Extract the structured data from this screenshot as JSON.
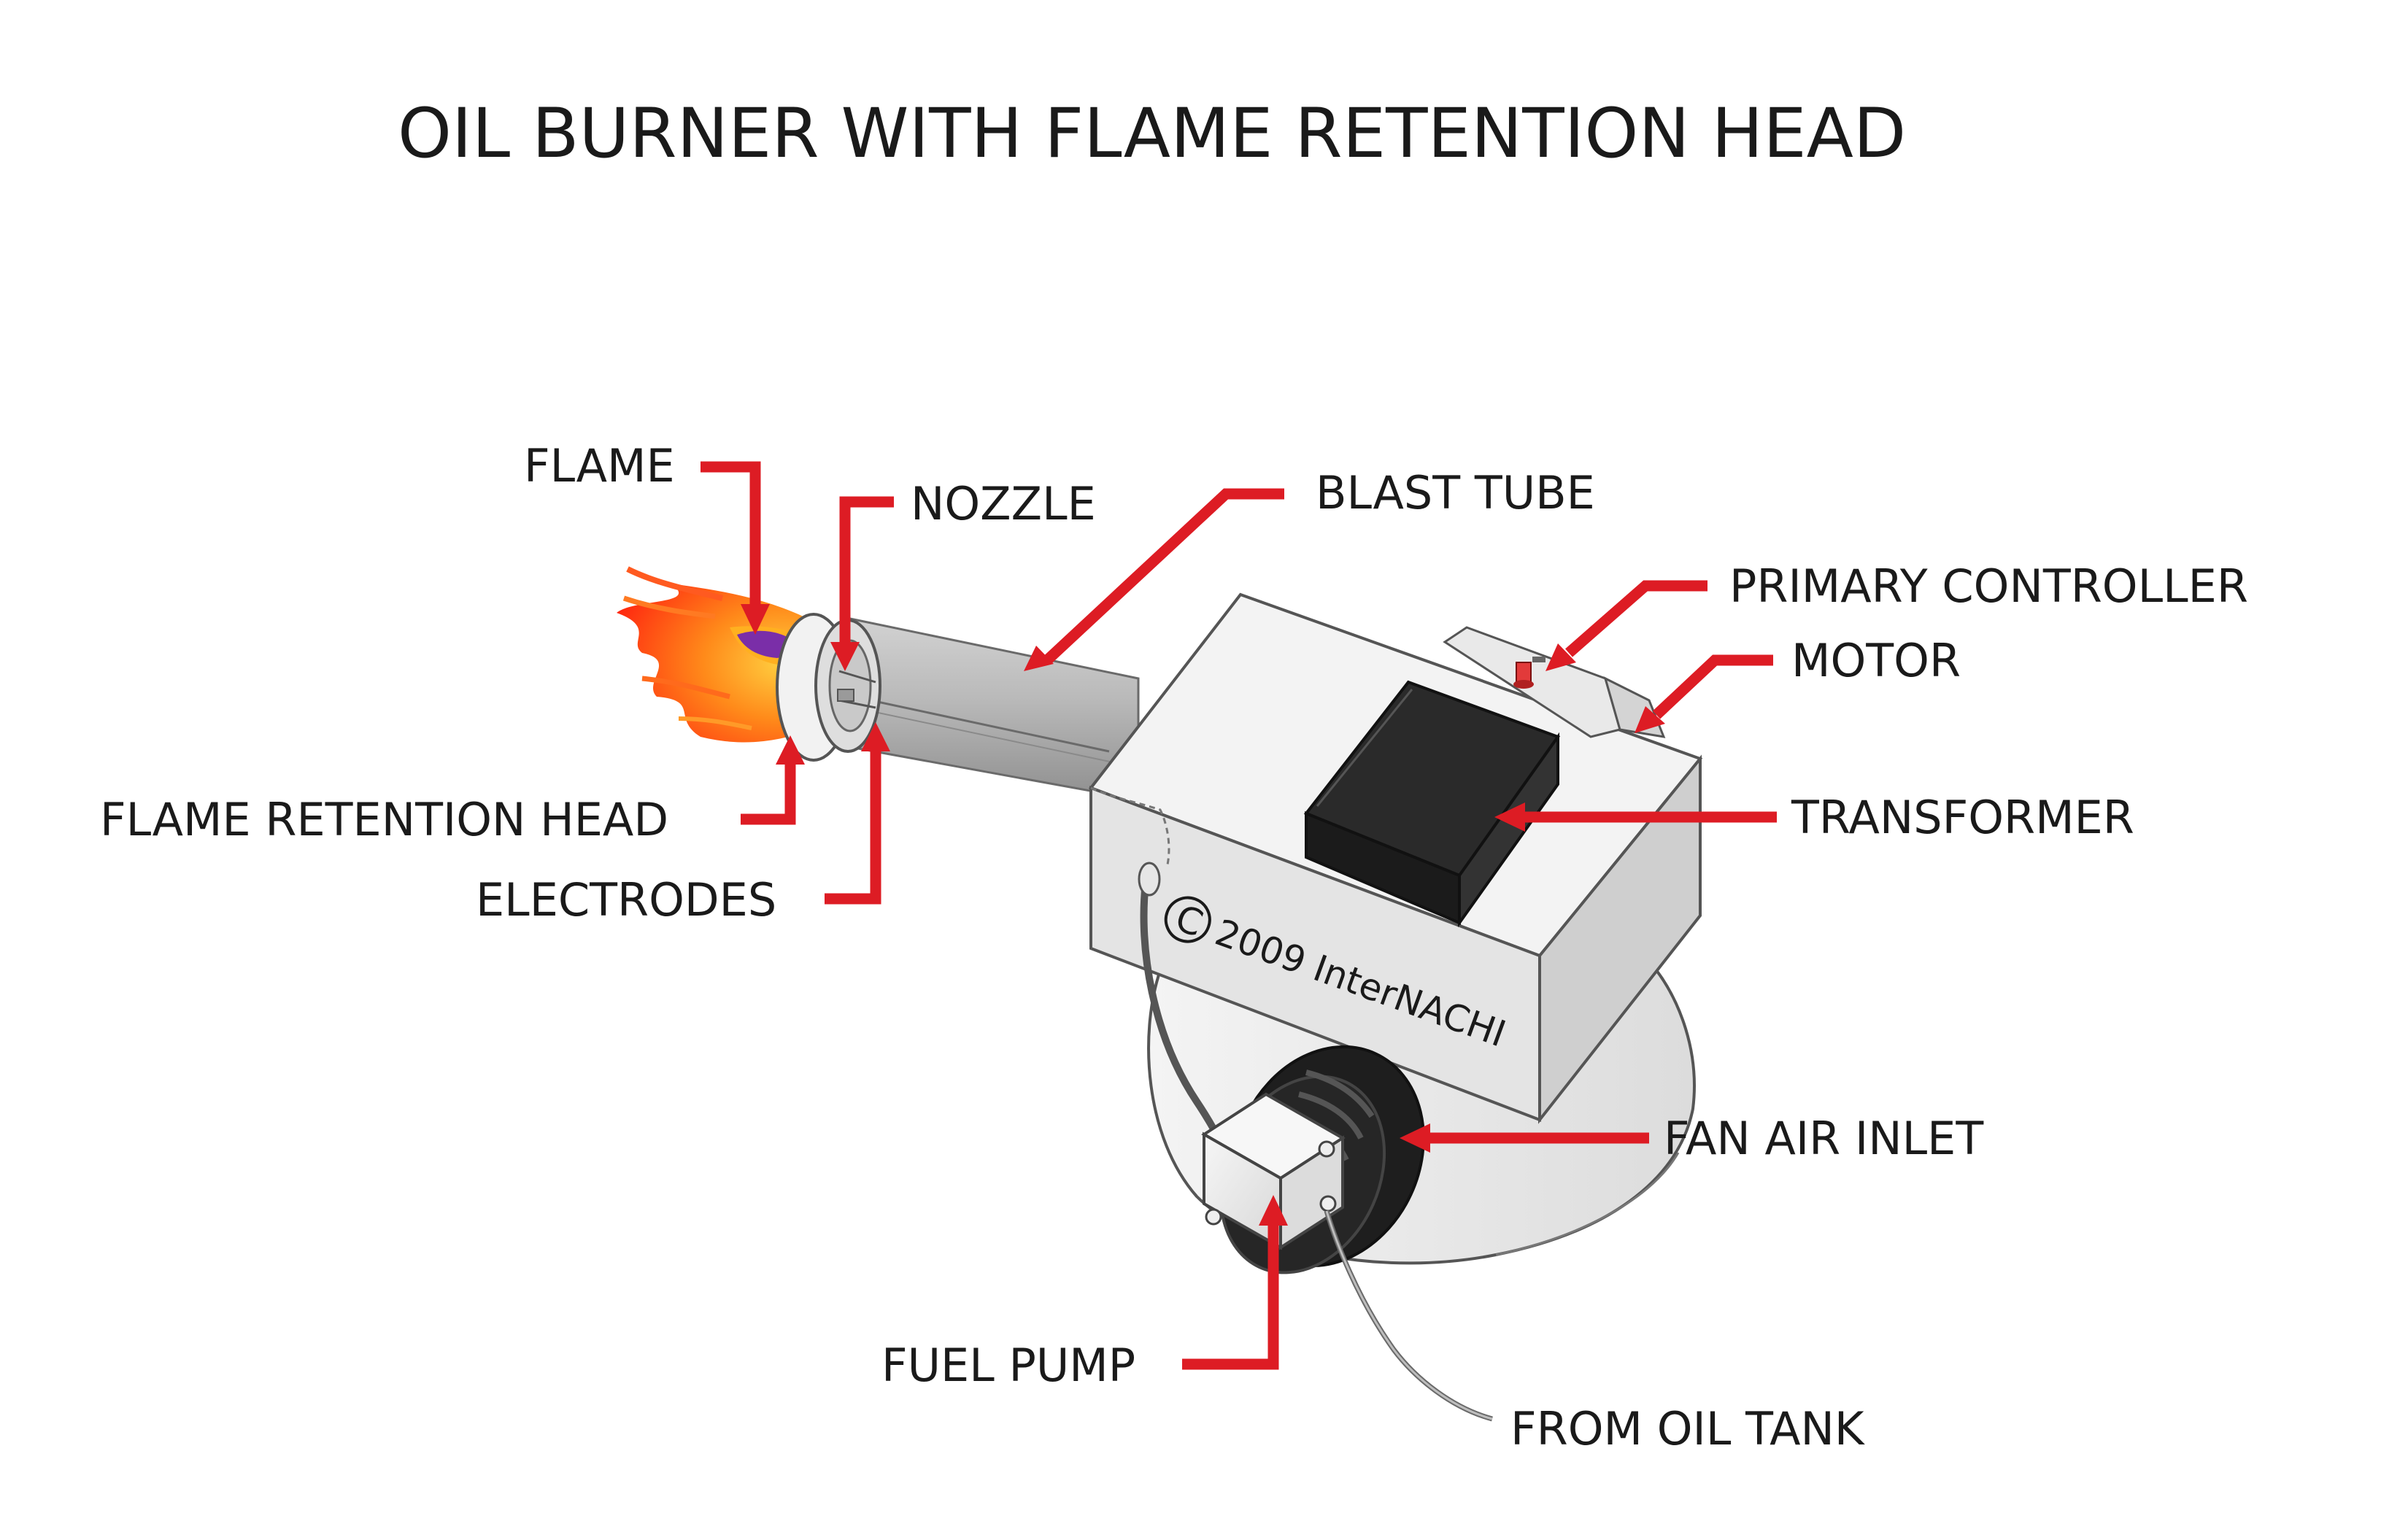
{
  "title": "OIL BURNER WITH FLAME RETENTION HEAD",
  "copyright": {
    "symbol": "C",
    "text": "2009 InterNACHI"
  },
  "labels": {
    "flame": "FLAME",
    "nozzle": "NOZZLE",
    "blast_tube": "BLAST TUBE",
    "primary_controller": "PRIMARY CONTROLLER",
    "motor": "MOTOR",
    "flame_retention_head": "FLAME RETENTION HEAD",
    "transformer": "TRANSFORMER",
    "electrodes": "ELECTRODES",
    "fan_air_inlet": "FAN AIR INLET",
    "fuel_pump": "FUEL PUMP",
    "from_oil_tank": "FROM OIL TANK"
  },
  "colors": {
    "leader_red": "#dd1c24",
    "housing": "#ebebeb",
    "transformer": "#222222",
    "fan_inlet": "#1e1e1e",
    "flame_outer": "#ff4a1c",
    "flame_inner": "#ffb020",
    "flame_core": "#7a2ea8"
  }
}
